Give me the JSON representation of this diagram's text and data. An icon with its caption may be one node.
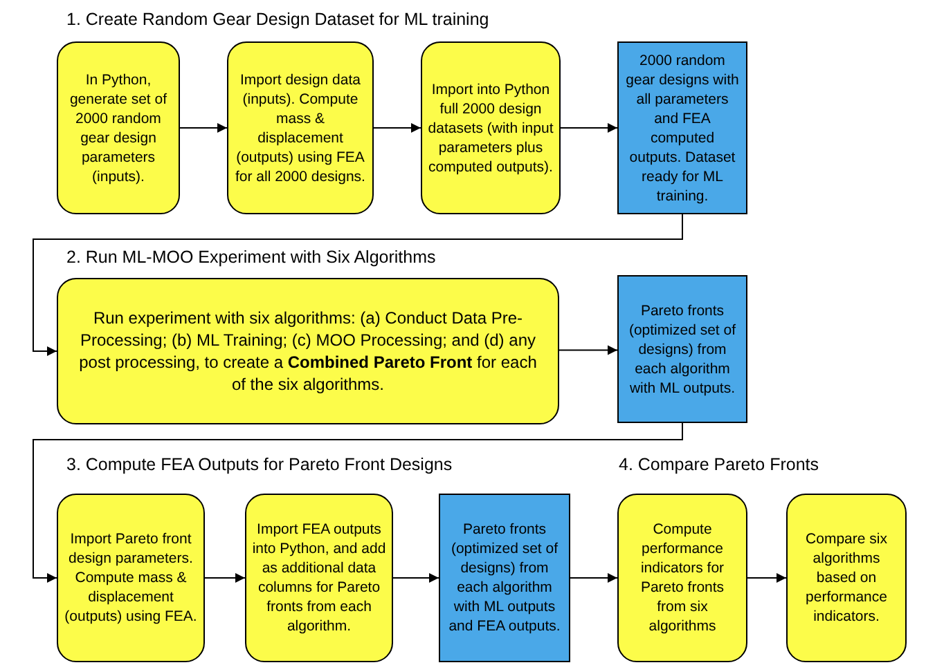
{
  "diagram": {
    "nodes": [
      {
        "text": [
          "In Python, generate set of 2000 random gear design parameters (inputs)."
        ]
      },
      {
        "text": [
          "Import design data (inputs). Compute mass & displacement (outputs) using FEA for all 2000 designs."
        ]
      },
      {
        "text": [
          "Import into Python full 2000 design datasets (with input parameters plus computed outputs)."
        ]
      },
      {
        "text": [
          "2000 random gear designs with all parameters and FEA computed outputs. Dataset ready for ML training."
        ]
      },
      {
        "text": [
          "Run experiment with six algorithms: (a) Conduct Data Pre-Processing; (b) ML Training; (c) MOO Processing; and (d) any post processing, to create a **Combined Pareto Front** for each of the six algorithms."
        ]
      },
      {
        "text": [
          "Pareto fronts (optimized set of designs) from each algorithm with ML outputs."
        ]
      },
      {
        "text": [
          "Import Pareto front design parameters. Compute mass & displacement (outputs) using FEA."
        ]
      },
      {
        "text": [
          "Import FEA outputs into Python, and add as additional data columns for Pareto fronts from each algorithm."
        ]
      },
      {
        "text": [
          "Pareto fronts (optimized set of designs) from each algorithm with ML outputs and FEA outputs."
        ]
      },
      {
        "text": [
          "Compute performance indicators for Pareto fronts from six algorithms"
        ]
      },
      {
        "text": [
          "Compare six algorithms based on performance indicators."
        ]
      }
    ],
    "edges": [
      {
        "from": 0,
        "to": 1,
        "arrow": "to"
      },
      {
        "from": 1,
        "to": 2,
        "arrow": "to"
      },
      {
        "from": 2,
        "to": 3,
        "arrow": "to"
      },
      {
        "from": 3,
        "to": 4,
        "arrow": "to"
      },
      {
        "from": 4,
        "to": 5,
        "arrow": "to"
      },
      {
        "from": 5,
        "to": 6,
        "arrow": "to"
      },
      {
        "from": 6,
        "to": 7,
        "arrow": "to"
      },
      {
        "from": 7,
        "to": 8,
        "arrow": "to"
      },
      {
        "from": 8,
        "to": 9,
        "arrow": "to"
      },
      {
        "from": 9,
        "to": 10,
        "arrow": "to"
      }
    ],
    "labels": [
      "1. Create Random Gear Design Dataset for ML training",
      "2. Run ML-MOO Experiment with Six Algorithms",
      "3. Compute FEA Outputs for Pareto Front Designs",
      "4. Compare Pareto Fronts"
    ]
  }
}
